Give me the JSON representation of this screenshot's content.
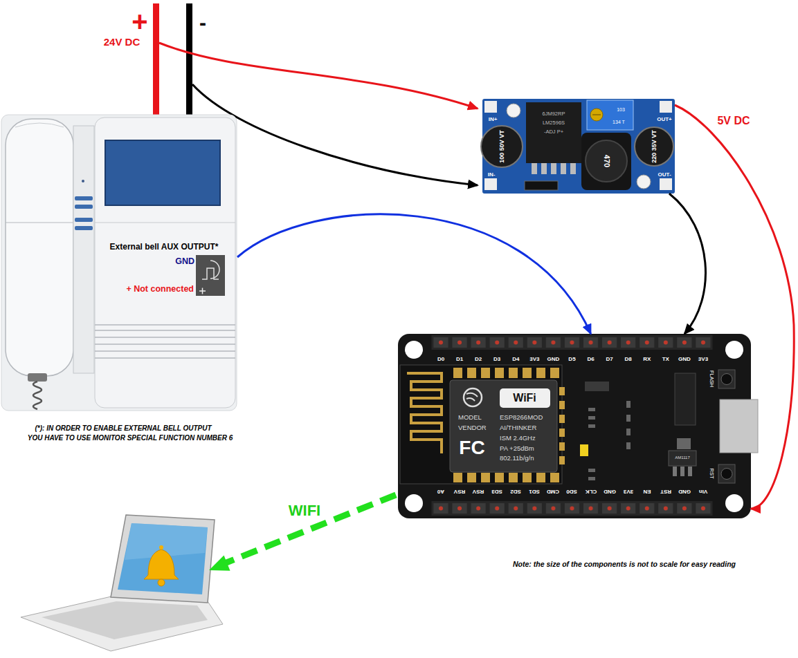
{
  "diagram": {
    "nodes": [
      {
        "text": [
          "External bell AUX OUTPUT*",
          "GND",
          "+ Not connected"
        ]
      },
      {
        "text": [
          "IN+",
          "IN-",
          "OUT+",
          "OUT-"
        ]
      },
      {
        "text": [
          "D0",
          "D1",
          "D2",
          "D3",
          "D4",
          "3V3",
          "GND",
          "D5",
          "D6",
          "D7",
          "D8",
          "RX",
          "TX",
          "GND",
          "3V3",
          "A0",
          "RSV",
          "RSV",
          "SD3",
          "SD2",
          "SD1",
          "CMD",
          "SD0",
          "CLK",
          "GND",
          "3V3",
          "EN",
          "RST",
          "GND",
          "Vin",
          "FLASH",
          "RST",
          "AM1117"
        ]
      },
      {
        "text": [
          "WiFi",
          "FC",
          "MODEL",
          "VENDOR",
          "ESP8266MOD",
          "AI/THINKER",
          "ISM 2.4GHz",
          "PA +25dBm",
          "802.11b/g/n"
        ],
        "in": 2
      }
    ],
    "edges": [
      {
        "from": 0,
        "to": 2,
        "arrow": "to"
      },
      {
        "from": 1,
        "to": 2,
        "arrow": "to"
      },
      {
        "from": 1,
        "to": 2,
        "label": "5V DC",
        "arrow": "to"
      }
    ],
    "labels": [
      "+",
      "-",
      "24V DC",
      "WIFI",
      "(*): IN ORDER TO ENABLE EXTERNAL BELL OUTPUT",
      "YOU HAVE TO USE MONITOR SPECIAL FUNCTION NUMBER 6",
      "Note: the size of the components is not to scale for easy reading",
      "6JM92RP",
      "LM2596S",
      "-ADJ P+",
      "100 50V VT",
      "220 35V VT",
      "470",
      "103",
      "134 T"
    ]
  }
}
